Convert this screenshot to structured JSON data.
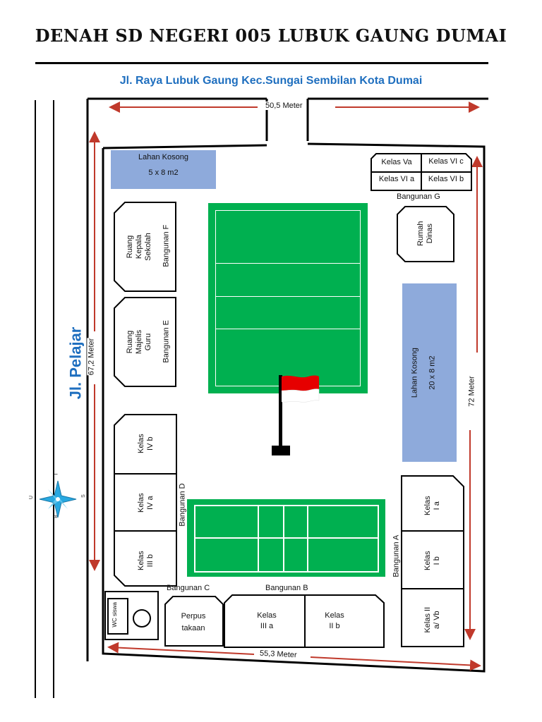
{
  "title": "DENAH SD NEGERI 005 LUBUK GAUNG DUMAI",
  "subtitle": "Jl. Raya Lubuk Gaung Kec.Sungai Sembilan Kota Dumai",
  "road": "Jl. Pelajar",
  "dimensions": {
    "top": "50,5 Meter",
    "bottom": "55,3 Meter",
    "left": "67,2 Meter",
    "right": "72 Meter"
  },
  "lahan_kosong_top": {
    "line1": "Lahan Kosong",
    "line2": "5 x 8 m2"
  },
  "lahan_kosong_right": {
    "line1": "Lahan Kosong",
    "line2": "20 x 8 m2"
  },
  "bangunan_f": {
    "room": "Ruang Kepala Sekolah",
    "label": "Bangunan F"
  },
  "bangunan_e": {
    "room": "Ruang Majelis Guru",
    "label": "Bangunan E"
  },
  "bangunan_d": {
    "label": "Bangunan D",
    "rooms": [
      "Kelas IV b",
      "Kelas IV a",
      "Kelas III b"
    ]
  },
  "bangunan_c": {
    "label": "Bangunan C",
    "room": "Perpus takaan",
    "wc": "WC siswa"
  },
  "bangunan_b": {
    "label": "Bangunan B",
    "rooms": [
      "Kelas III a",
      "Kelas II b"
    ]
  },
  "bangunan_a": {
    "label": "Bangunan A",
    "rooms": [
      "Kelas I a",
      "Kelas I b",
      "Kelas II a/ Vb"
    ]
  },
  "bangunan_g": {
    "label": "Bangunan G",
    "rooms": [
      "Kelas Va",
      "Kelas VI c",
      "Kelas VI a",
      "Kelas VI b"
    ]
  },
  "rumah_dinas": "Rumah Dinas",
  "compass": {
    "n": "U",
    "s": "S",
    "e": "T",
    "w": "B"
  },
  "colors": {
    "field": "#00b050",
    "lahan": "#8eaadb",
    "arrow": "#c0392b",
    "road_text": "#1f6fbf"
  }
}
